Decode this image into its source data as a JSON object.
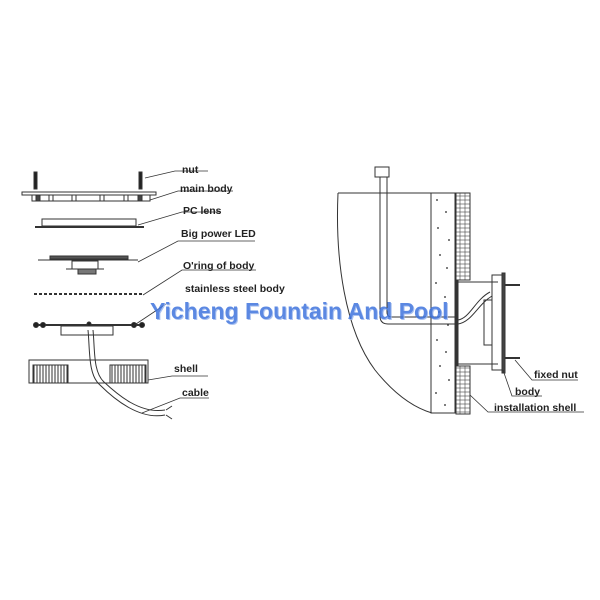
{
  "exploded_view": {
    "labels": [
      "nut",
      "main body",
      "PC lens",
      "Big power LED",
      "O'ring of body",
      "stainless steel body",
      "shell",
      "cable"
    ]
  },
  "installation_view": {
    "labels": [
      "fixed nut",
      "body",
      "installation shell"
    ]
  },
  "watermark": "Yicheng Fountain And Pool",
  "colors": {
    "watermark": "#3f74dd",
    "line": "#333333"
  }
}
